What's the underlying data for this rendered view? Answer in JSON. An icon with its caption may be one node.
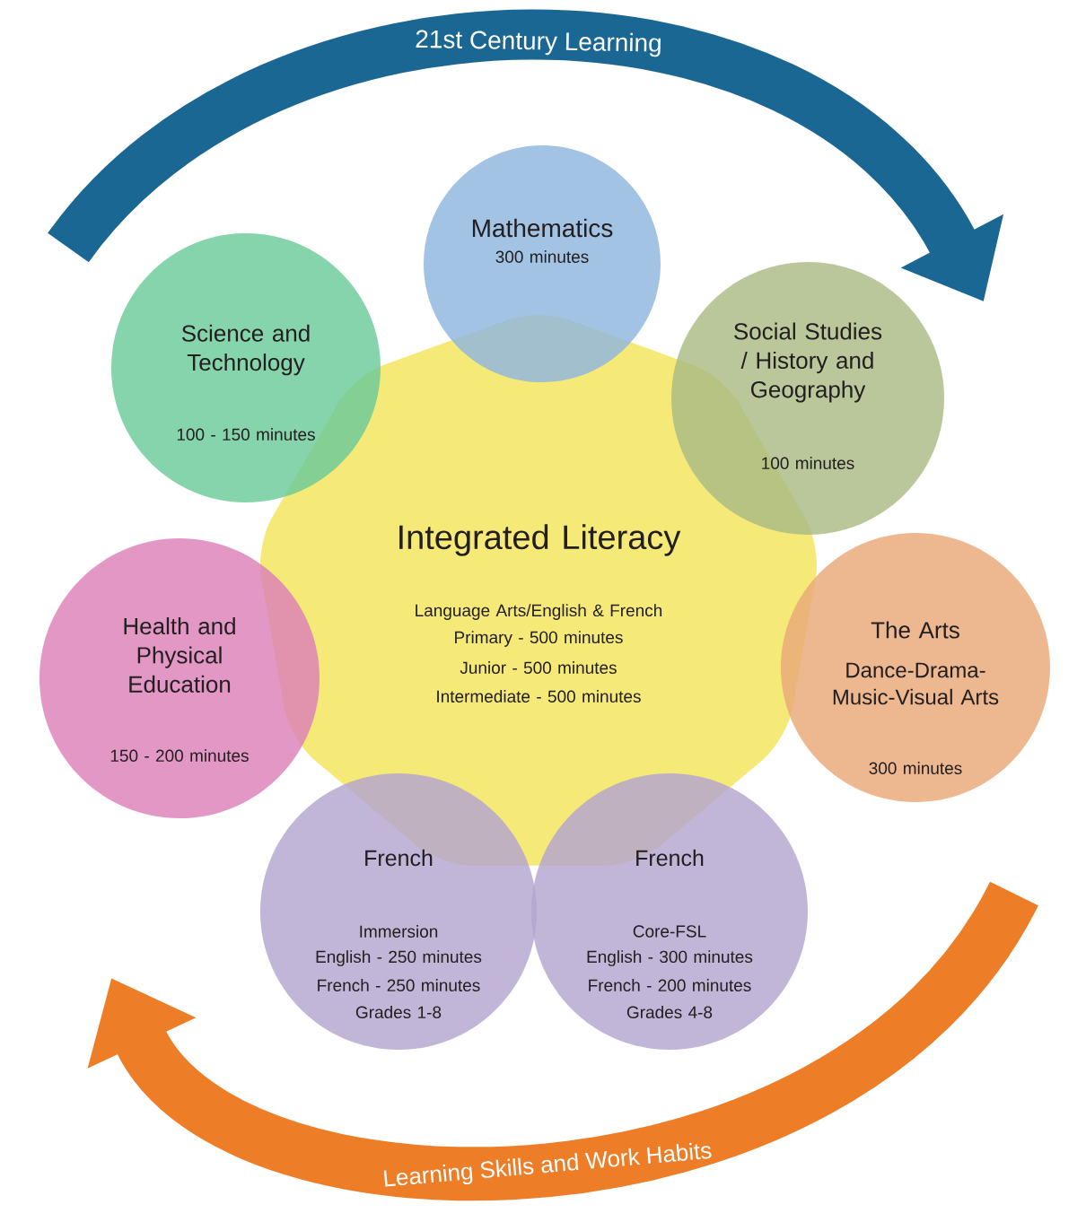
{
  "diagram": {
    "nodes": [
      {
        "text": [
          "Mathematics",
          "300 minutes"
        ]
      },
      {
        "text": [
          "Science and Technology",
          "100 - 150 minutes"
        ]
      },
      {
        "text": [
          "Social Studies / History and Geography",
          "100 minutes"
        ]
      },
      {
        "text": [
          "Integrated Literacy",
          "Language Arts/English & French",
          "Primary - 500 minutes",
          "Junior - 500 minutes",
          "Intermediate - 500 minutes"
        ]
      },
      {
        "text": [
          "Health and Physical Education",
          "150 - 200 minutes"
        ]
      },
      {
        "text": [
          "The Arts",
          "Dance-Drama-Music-Visual Arts",
          "300 minutes"
        ]
      },
      {
        "text": [
          "French",
          "Immersion",
          "English - 250 minutes",
          "French - 250 minutes",
          "Grades 1-8"
        ]
      },
      {
        "text": [
          "French",
          "Core-FSL",
          "English - 300 minutes",
          "French - 200 minutes",
          "Grades 4-8"
        ]
      }
    ],
    "edges": [],
    "labels": [
      "21st Century Learning",
      "Learning Skills and Work Habits"
    ]
  }
}
